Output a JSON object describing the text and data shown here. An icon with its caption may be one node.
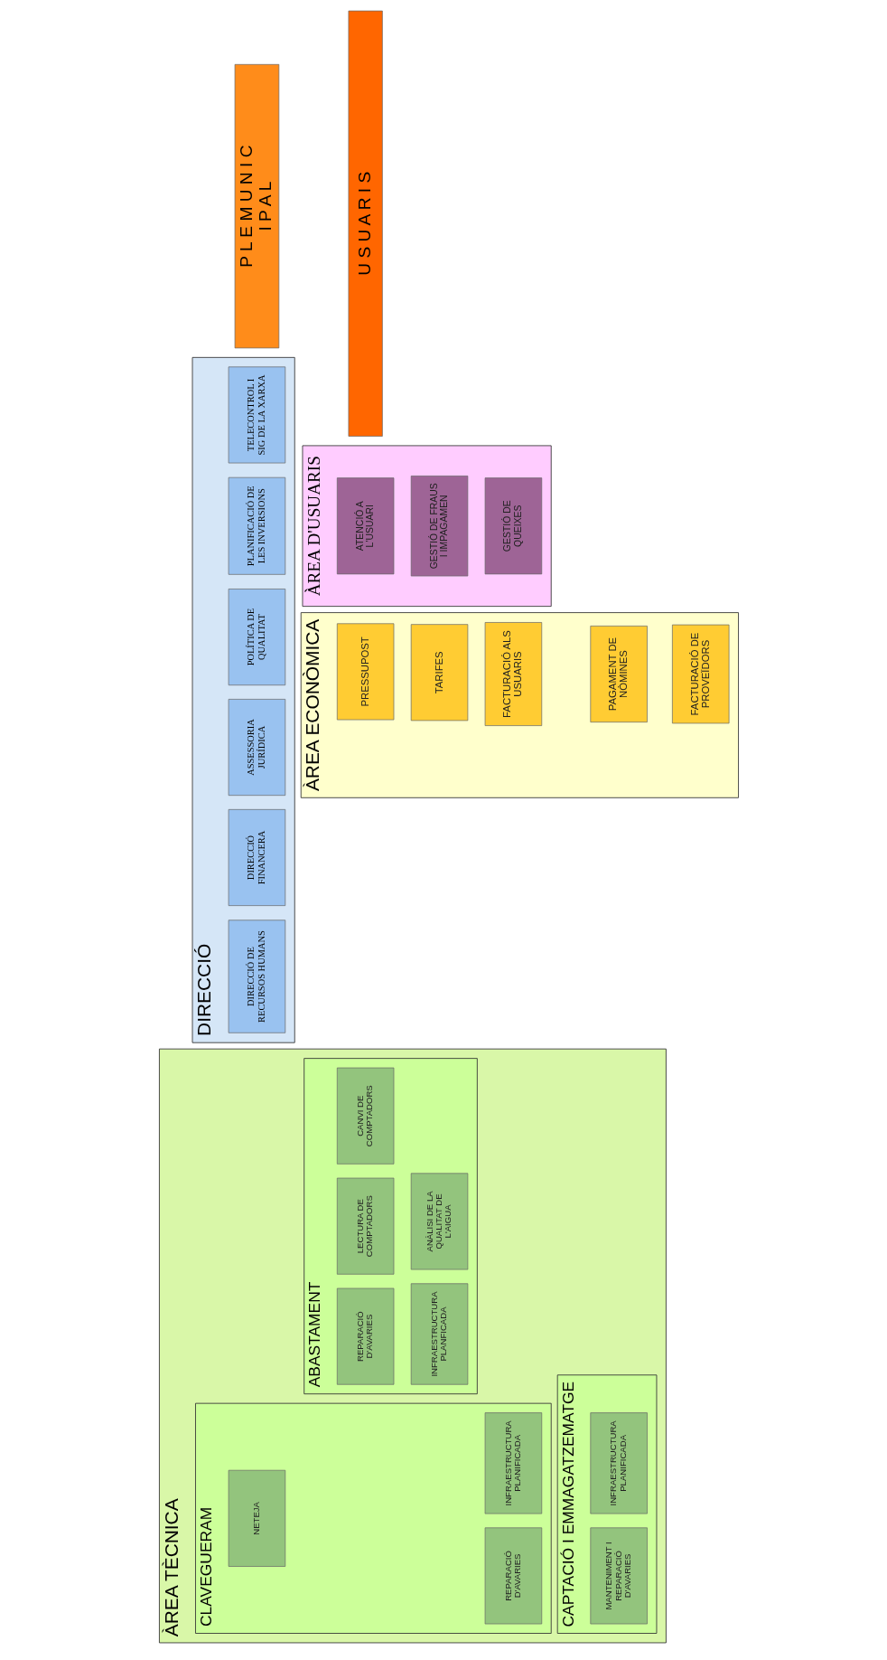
{
  "diagram": {
    "nodes": [
      {
        "text": [
          "DIRECCIÓ"
        ]
      },
      {
        "text": [
          "DIRECCIÓ DE RECURSOS HUMANS"
        ],
        "in": 0
      },
      {
        "text": [
          "DIRECCIÓ FINANCERA"
        ],
        "in": 0
      },
      {
        "text": [
          "ASSESSORIA JURÍDICA"
        ],
        "in": 0
      },
      {
        "text": [
          "POLÍTICA DE QUALITAT"
        ],
        "in": 0
      },
      {
        "text": [
          "PLANIFICACIÓ DE LES INVERSIONS"
        ],
        "in": 0
      },
      {
        "text": [
          "TELECONTROL I SIG DE LA XARXA"
        ],
        "in": 0
      },
      {
        "text": [
          "U S U A R I S"
        ]
      },
      {
        "text": [
          "P L E M U N I C I P A L"
        ]
      },
      {
        "text": [
          "ÀREA TÈCNICA"
        ]
      },
      {
        "text": [
          "ABASTAMENT"
        ],
        "in": 9
      },
      {
        "text": [
          "REPARACIÓ D'AVARIES"
        ],
        "in": 10
      },
      {
        "text": [
          "LECTURA DE COMPTADORS"
        ],
        "in": 10
      },
      {
        "text": [
          "CANVI DE COMPTADORS"
        ],
        "in": 10
      },
      {
        "text": [
          "INFRAESTRUCTURA PLANFICADA"
        ],
        "in": 10
      },
      {
        "text": [
          "ANÀLISI DE LA QUALITAT DE L'AIGUA"
        ],
        "in": 10
      },
      {
        "text": [
          "CLAVEGUERAM"
        ],
        "in": 9
      },
      {
        "text": [
          "REPARACIÓ D'AVARIES"
        ],
        "in": 16
      },
      {
        "text": [
          "NETEJA"
        ],
        "in": 16
      },
      {
        "text": [
          "INFRAESTRUCTURA PLANIFICADA"
        ],
        "in": 16
      },
      {
        "text": [
          "CAPTACIÓ I EMMAGATZEMATGE"
        ],
        "in": 9
      },
      {
        "text": [
          "MANTENIMENT I REPARACIÓ D'AVARIES"
        ],
        "in": 20
      },
      {
        "text": [
          "INFRAESTRUCTURA PLANIFICADA"
        ],
        "in": 20
      },
      {
        "text": [
          "ÀREA ECONÒMICA"
        ]
      },
      {
        "text": [
          "PRESSUPOST"
        ],
        "in": 23
      },
      {
        "text": [
          "TARIFES"
        ],
        "in": 23
      },
      {
        "text": [
          "FACTURACIÓ ALS USUARIS"
        ],
        "in": 23
      },
      {
        "text": [
          "PAGAMENT DE NÒMINES"
        ],
        "in": 23
      },
      {
        "text": [
          "FACTURACIÓ DE PROVEÏDORS"
        ],
        "in": 23
      },
      {
        "text": [
          "ÀREA D'USUARIS"
        ]
      },
      {
        "text": [
          "ATENCIÓ A L'USUARI"
        ],
        "in": 29
      },
      {
        "text": [
          "GESTIÓ DE FRAUS I IMPAGAMEN"
        ],
        "in": 29
      },
      {
        "text": [
          "GESTIÓ DE QUEIXES"
        ],
        "in": 29
      }
    ],
    "edges": []
  }
}
